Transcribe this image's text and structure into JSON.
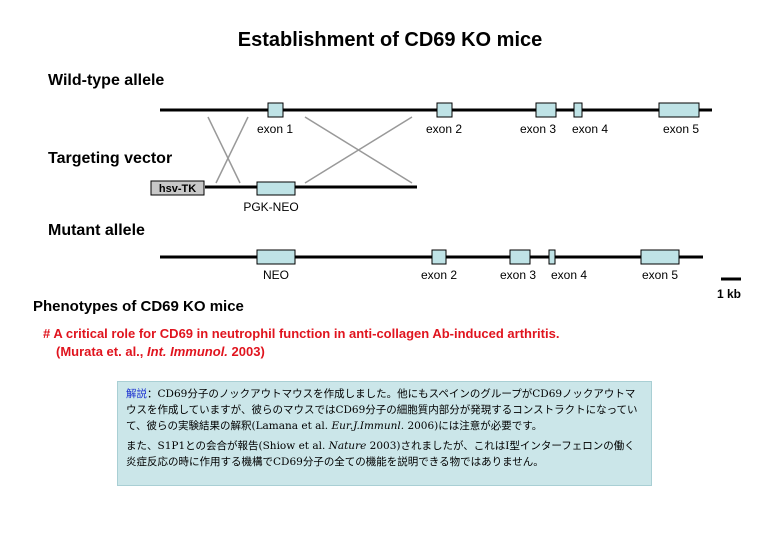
{
  "slide": {
    "title": "Establishment of CD69 KO mice"
  },
  "sections": {
    "wild_type": "Wild-type allele",
    "targeting": "Targeting vector",
    "mutant": "Mutant allele"
  },
  "wild_type_exons": [
    "exon 1",
    "exon 2",
    "exon 3",
    "exon 4",
    "exon 5"
  ],
  "targeting_elements": {
    "hsv_tk": "hsv-TK",
    "pgk_neo": "PGK-NEO"
  },
  "mutant_elements": [
    "NEO",
    "exon 2",
    "exon 3",
    "exon 4",
    "exon 5"
  ],
  "scale_bar": {
    "label": "1 kb"
  },
  "colors": {
    "exon_fill": "#bfe3e6",
    "hsv_tk_fill": "#c8c8c8",
    "finding_red": "#e0141e",
    "note_bg": "#cbe6e9",
    "note_label": "#1a2fd0"
  },
  "phenotypes": {
    "heading": "Phenotypes of CD69 KO mice",
    "finding": "# A critical role for CD69 in neutrophil function in anti-collagen Ab-induced arthritis.",
    "citation_prefix": "(Murata et. al., ",
    "citation_journal": "Int. Immunol.",
    "citation_suffix": " 2003)"
  },
  "note": {
    "label": "解説",
    "p1_a": "：CD69分子のノックアウトマウスを作成しました。他にもスペインのグループがCD69ノックアウトマウスを作成していますが、彼らのマウスではCD69分子の細胞質内部分が発現するコンストラクトになっていて、彼らの実験結果の解釈(Lamana et al. ",
    "p1_journal": "Eur.J.Immunl.",
    "p1_b": " 2006)には注意が必要です。",
    "p2_a": "また、S1P1との会合が報告(Shiow et al. ",
    "p2_journal": "Nature",
    "p2_b": " 2003)されましたが、これはI型インターフェロンの働く炎症反応の時に作用する機構でCD69分子の全ての機能を説明できる物ではありません。"
  }
}
